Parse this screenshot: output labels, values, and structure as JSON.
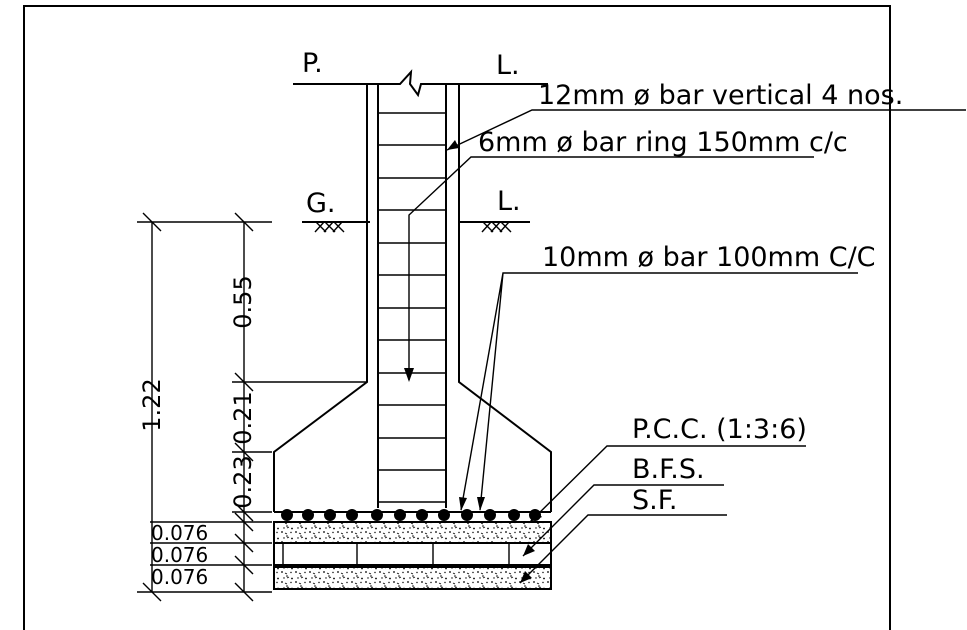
{
  "labels": {
    "plinth_left": "P.",
    "plinth_right": "L.",
    "ground_left": "G.",
    "ground_right": "L.",
    "vertical_bar": "12mm ø bar vertical 4 nos.",
    "ring_bar": "6mm ø bar ring 150mm c/c",
    "base_bar": "10mm ø bar 100mm C/C",
    "pcc": "P.C.C. (1:3:6)",
    "bfs": "B.F.S.",
    "sf": "S.F."
  },
  "dimensions": {
    "total_depth": "1.22",
    "above_footing": "0.55",
    "upper_slope": "0.21",
    "lower_slope": "0.23",
    "pcc_thk": "0.076",
    "bfs_thk": "0.076",
    "sf_thk": "0.076"
  },
  "colors": {
    "ink": "#000000",
    "background": "#ffffff"
  }
}
